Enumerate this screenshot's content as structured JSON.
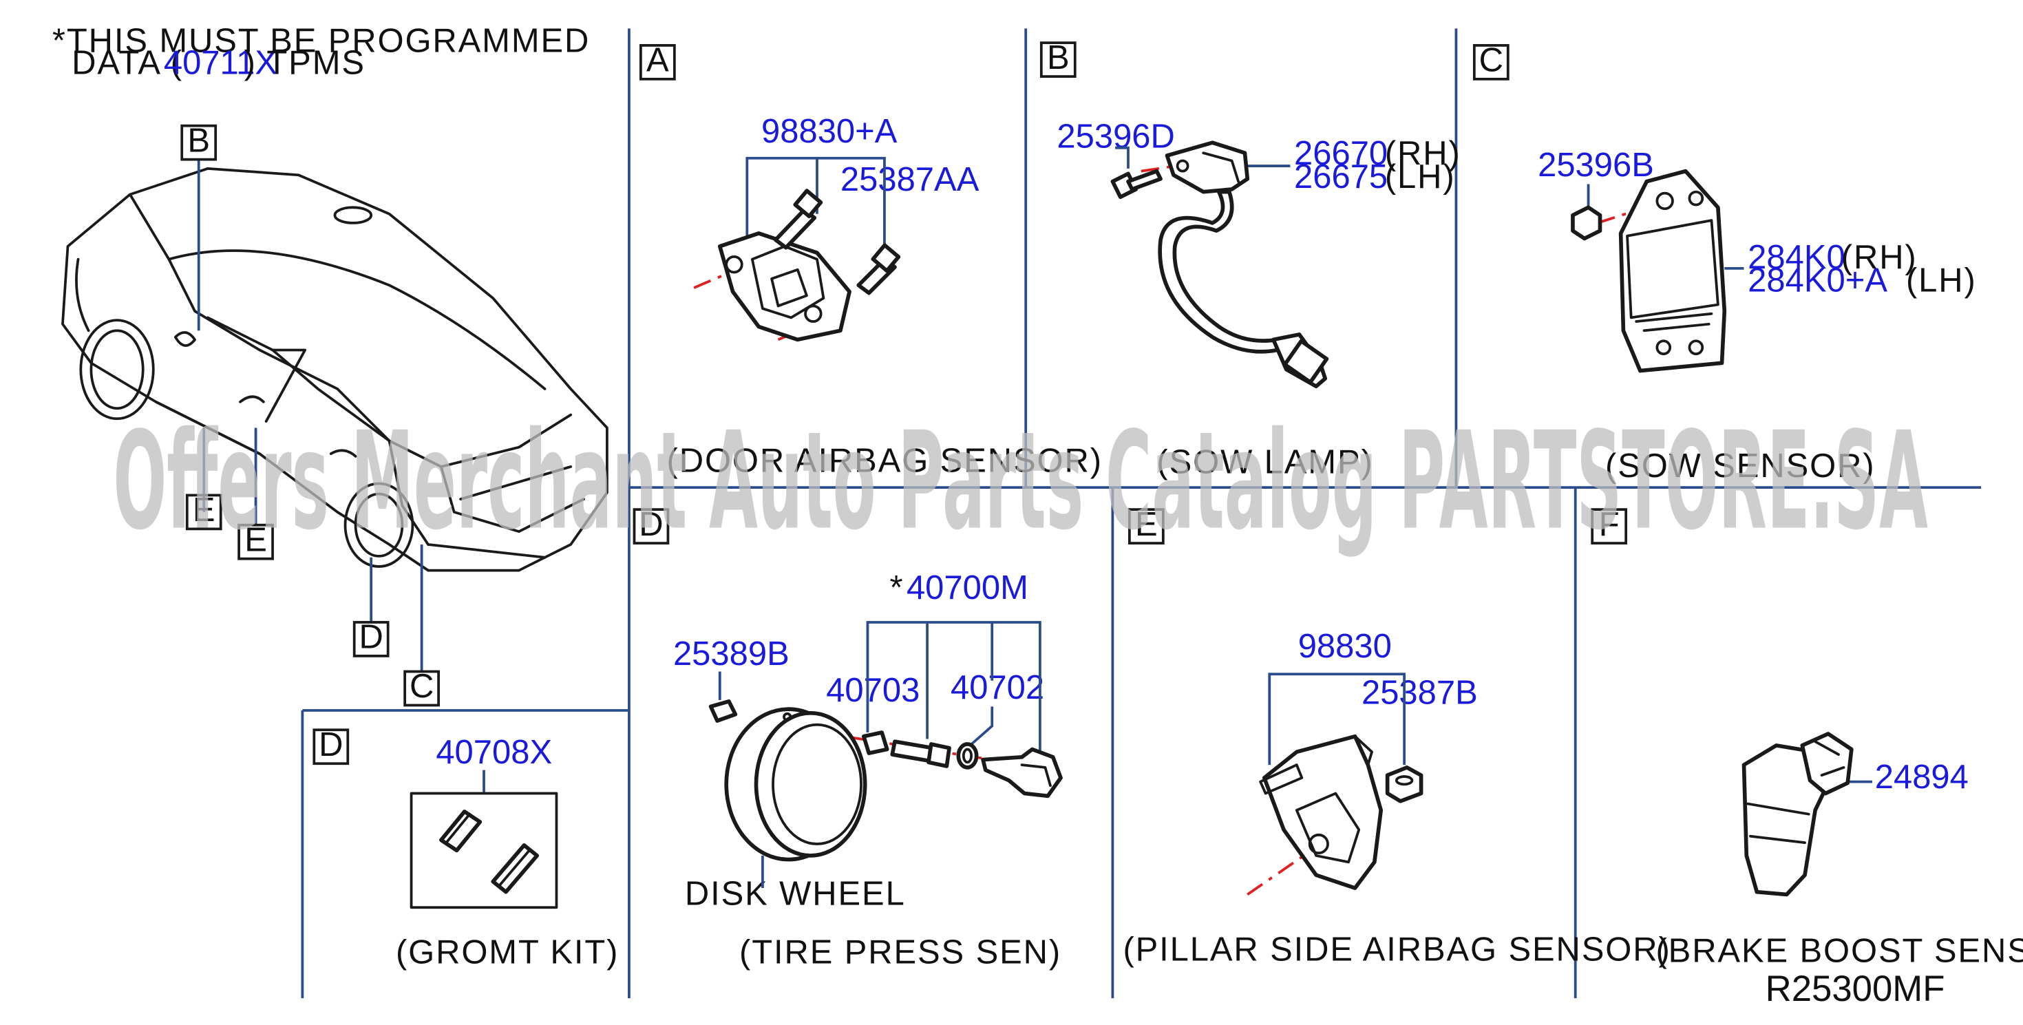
{
  "note": {
    "line1": "*THIS MUST BE PROGRAMMED",
    "data_prefix": "DATA (",
    "data_part": "40711X",
    "data_suffix": ") TPMS"
  },
  "watermark": "Offers Merchant Auto Parts Catalog PARTSTORE.SA",
  "diagram_code": "R25300MF",
  "colors": {
    "part_number": "#1a1adc",
    "label": "#111111",
    "leader": "#2b4c8c",
    "centerline": "#e02020",
    "watermark": "#bdbdbd"
  },
  "overview": {
    "callouts": [
      "B",
      "E",
      "E",
      "D",
      "C"
    ]
  },
  "panels": {
    "A": {
      "letter": "A",
      "caption": "(DOOR  AIRBAG  SENSOR)",
      "parts": [
        "98830+A",
        "25387AA"
      ]
    },
    "B": {
      "letter": "B",
      "caption": "(SOW  LAMP)",
      "parts": [
        "25396D",
        "26670",
        "26675"
      ],
      "sides": [
        "(RH)",
        "(LH)"
      ]
    },
    "C": {
      "letter": "C",
      "caption": "(SOW  SENSOR)",
      "parts": [
        "25396B",
        "284K0",
        "284K0+A"
      ],
      "sides": [
        "(RH)",
        "(LH)"
      ]
    },
    "D_small": {
      "letter": "D",
      "caption": "(GROMT  KIT)",
      "parts": [
        "40708X"
      ]
    },
    "D": {
      "letter": "D",
      "caption": "(TIRE  PRESS  SEN)",
      "asterisk": "*",
      "parts": [
        "40700M",
        "25389B",
        "40703",
        "40702"
      ],
      "disk_label": "DISK  WHEEL"
    },
    "E": {
      "letter": "E",
      "caption": "(PILLAR  SIDE  AIRBAG  SENSOR)",
      "parts": [
        "98830",
        "25387B"
      ]
    },
    "F": {
      "letter": "F",
      "caption": "(BRAKE  BOOST  SENSOR)",
      "parts": [
        "24894"
      ]
    }
  }
}
